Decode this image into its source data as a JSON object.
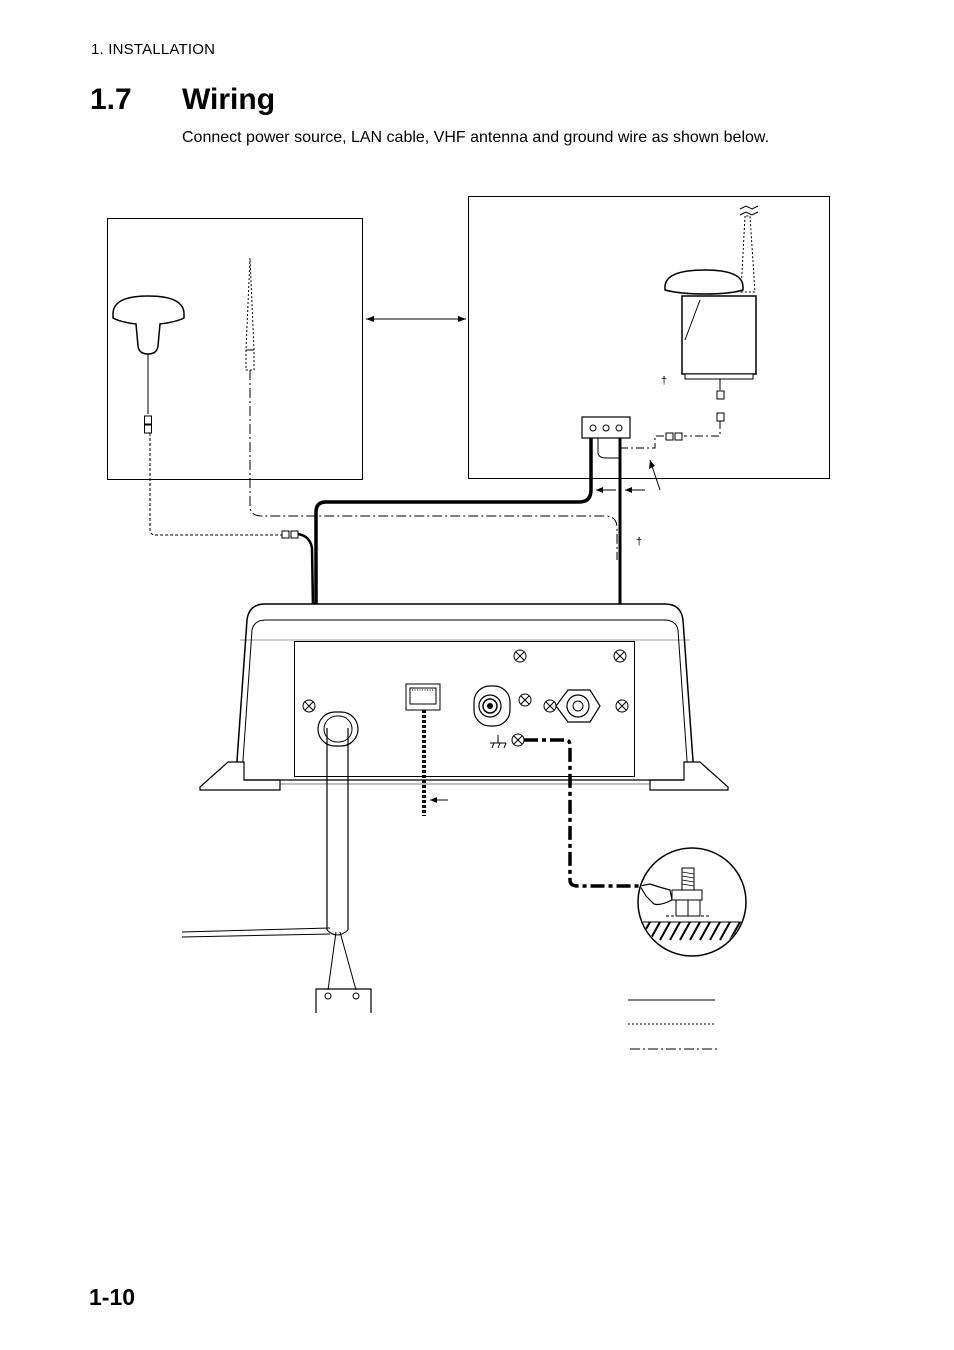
{
  "header": {
    "running_title": "1.  INSTALLATION"
  },
  "section": {
    "number": "1.7",
    "title": "Wiring",
    "intro": "Connect power source, LAN cable, VHF antenna and ground wire as shown below."
  },
  "diagram": {
    "dagger_marks": [
      "†",
      "†"
    ],
    "ground_symbol": "ground-icon"
  },
  "footer": {
    "page_number": "1-10"
  }
}
